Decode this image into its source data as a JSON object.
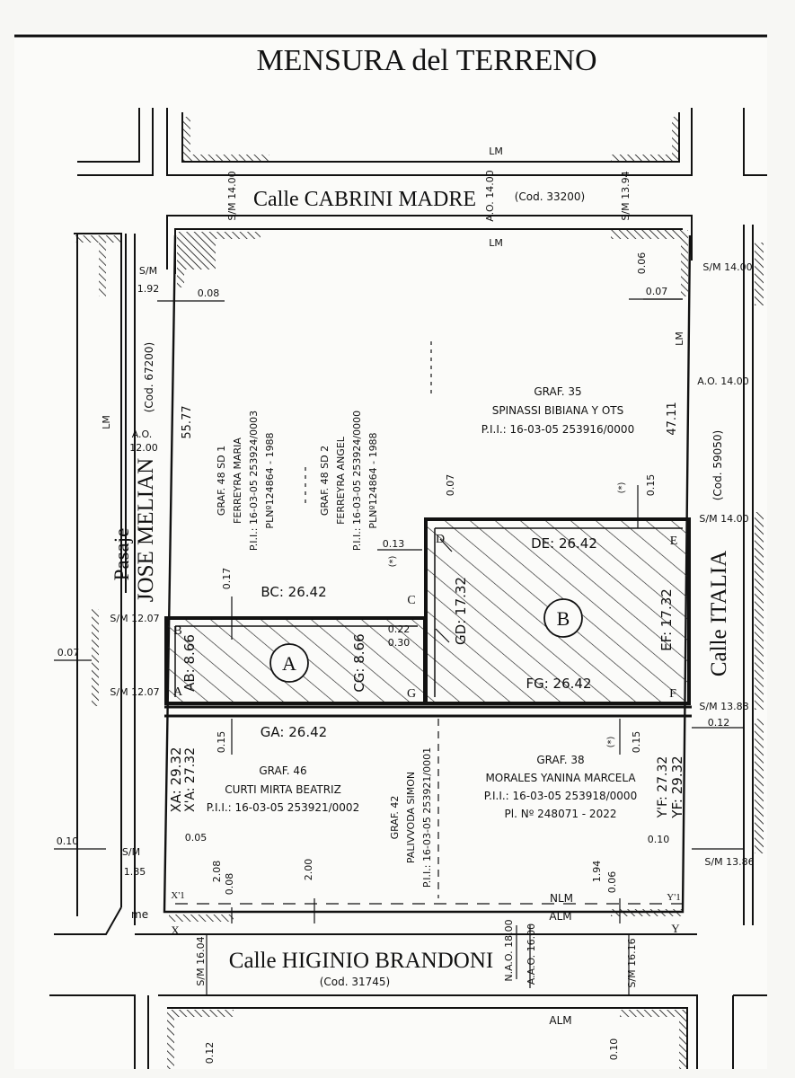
{
  "title": "MENSURA del TERRENO",
  "streets": {
    "north": {
      "name": "Calle  CABRINI MADRE",
      "code": "(Cod. 33200)"
    },
    "south": {
      "name": "Calle  HIGINIO BRANDONI",
      "code": "(Cod. 31745)"
    },
    "east": {
      "name": "Calle  ITALIA",
      "code": "(Cod. 59050)"
    },
    "west": {
      "name_pre": "Pasaje",
      "name": "JOSE MELIAN",
      "code": "(Cod. 67200)"
    }
  },
  "markers": {
    "lm": "LM",
    "nlm": "NLM",
    "alm": "ALM",
    "me": "me"
  },
  "street_dims": {
    "sm_14_00": "S/M 14.00",
    "ao_14_00": "A.O. 14.00",
    "sm_13_94": "S/M 13.94",
    "sm_12_07": "S/M 12.07",
    "sm_13_88": "S/M 13.88",
    "sm_13_86": "S/M 13.86",
    "sm": "S/M",
    "ao_12": "A.O.",
    "v12_00": "12.00",
    "sm_16_04": "S/M 16.04",
    "nao_18_00": "N.A.O. 18.00",
    "aao_16_00": "A.A.O. 16.00",
    "sm_16_16": "S/M 16.16"
  },
  "dims": {
    "d1_92": "1.92",
    "d0_08": "0.08",
    "d0_06": "0.06",
    "d0_07": "0.07",
    "d55_77": "55.77",
    "d47_11": "47.11",
    "d0_17": "0.17",
    "d0_13": "0.13",
    "d0_15": "0.15",
    "d0_22": "0.22",
    "d0_30": "0.30",
    "d0_12": "0.12",
    "d0_10": "0.10",
    "d0_05": "0.05",
    "d1_85": "1.85",
    "d2_08": "2.08",
    "d2_00": "2.00",
    "d1_94": "1.94",
    "ast": "(*)"
  },
  "parcels": {
    "graf35": {
      "line1": "GRAF. 35",
      "line2": "SPINASSI BIBIANA Y OTS",
      "line3": "P.I.I.: 16-03-05 253916/0000"
    },
    "graf48sd1": {
      "line1": "GRAF. 48 SD 1",
      "line2": "FERREYRA MARIA",
      "line3": "P.I.I.: 16-03-05 253924/0003",
      "line4": "PLNº124864 - 1988"
    },
    "graf48sd2": {
      "line1": "GRAF. 48 SD 2",
      "line2": "FERREYRA ANGEL",
      "line3": "P.I.I.: 16-03-05 253924/0000",
      "line4": "PLNº124864 - 1988"
    },
    "graf46": {
      "line1": "GRAF. 46",
      "line2": "CURTI MIRTA BEATRIZ",
      "line3": "P.I.I.: 16-03-05 253921/0002"
    },
    "graf42": {
      "line1": "GRAF. 42",
      "line2": "PALIVVODA SIMON",
      "line3": "P.I.I.: 16-03-05 253921/0001"
    },
    "graf38": {
      "line1": "GRAF. 38",
      "line2": "MORALES YANINA MARCELA",
      "line3": "P.I.I.: 16-03-05 253918/0000",
      "line4": "Pl. Nº 248071 - 2022"
    }
  },
  "lots": {
    "A": {
      "label": "A",
      "ab": "AB: 8.66",
      "cg": "CG: 8.66",
      "bc": "BC: 26.42",
      "ga": "GA: 26.42"
    },
    "B": {
      "label": "B",
      "de": "DE: 26.42",
      "ef": "EF: 17.32",
      "fg": "FG: 26.42",
      "gd": "GD: 17.32"
    }
  },
  "vertices": {
    "a": "A",
    "b": "B",
    "c": "C",
    "d": "D",
    "e": "E",
    "f": "F",
    "g": "G",
    "x": "X",
    "y": "Y",
    "x1": "X'1",
    "y1": "Y'1"
  },
  "sides": {
    "xa": "XA: 29.32",
    "xpa": "X'A: 27.32",
    "ypf": "Y'F: 27.32",
    "yf": "YF: 29.32"
  }
}
